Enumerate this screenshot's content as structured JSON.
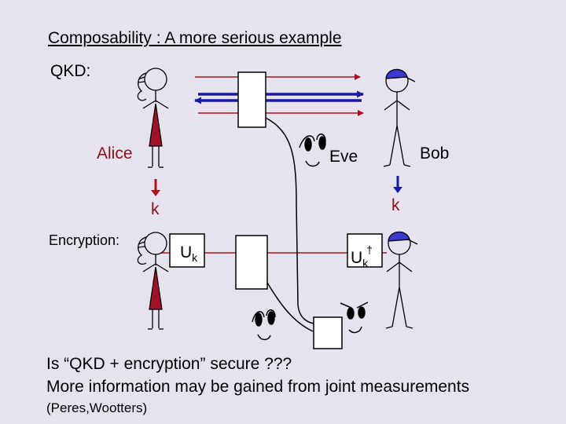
{
  "title": "Composability : A more serious example",
  "labels": {
    "qkd": "QKD:",
    "alice": "Alice",
    "eve": "Eve",
    "bob": "Bob",
    "key_alice": "k",
    "key_bob": "k",
    "encryption": "Encryption:",
    "u": "U",
    "u_sub": "k",
    "udag": "U",
    "udag_sub": "k",
    "udag_sup": "†"
  },
  "footer": {
    "question": "Is “QKD + encryption” secure ???",
    "statement": "More information may be gained from joint measurements",
    "citation": "(Peres,Wootters)"
  },
  "colors": {
    "background": "#e6e3ee",
    "alice_red": "#a3102a",
    "channel_blue": "#1a1aa0",
    "cap_blue": "#3a3ad0"
  }
}
